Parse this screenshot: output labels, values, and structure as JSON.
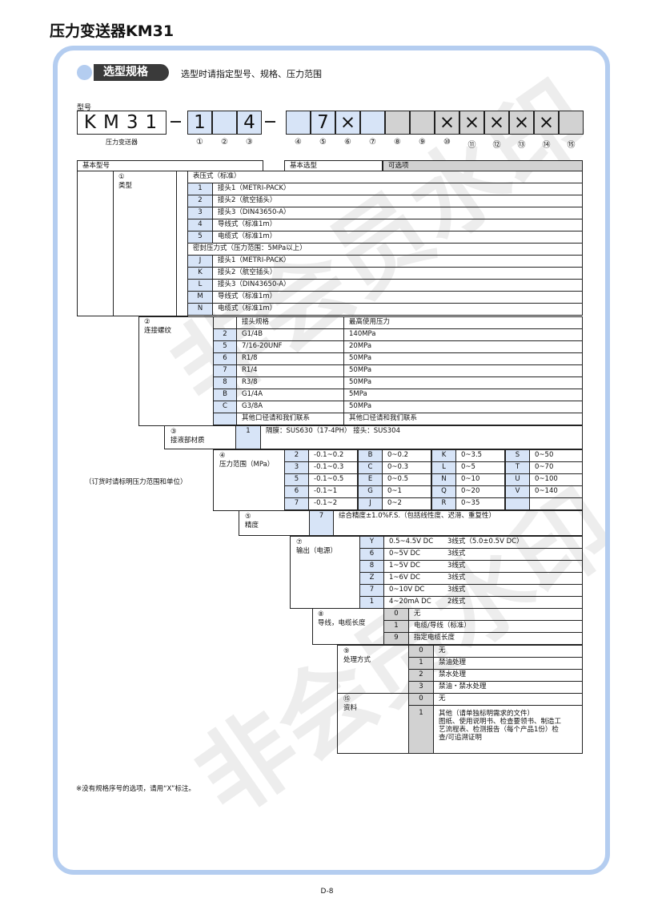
{
  "page_title": "压力变送器KM31",
  "section": {
    "badge": "选型规格",
    "description": "选型时请指定型号、规格、压力范围"
  },
  "model": {
    "label": "型号",
    "main": "KM31",
    "main_sub": "压力变送器",
    "segments": [
      {
        "num": "①",
        "value": "1",
        "style": "blue"
      },
      {
        "num": "②",
        "value": "",
        "style": "blue"
      },
      {
        "num": "③",
        "value": "4",
        "style": "blue"
      },
      {
        "num": "④",
        "value": "",
        "style": "blue"
      },
      {
        "num": "⑤",
        "value": "7",
        "style": "blue"
      },
      {
        "num": "⑥",
        "value": "×",
        "style": "blue"
      },
      {
        "num": "⑦",
        "value": "",
        "style": "blue"
      },
      {
        "num": "⑧",
        "value": "",
        "style": "gray"
      },
      {
        "num": "⑨",
        "value": "",
        "style": "gray"
      },
      {
        "num": "⑩",
        "value": "×",
        "style": "gray"
      },
      {
        "num": "⑪",
        "value": "×",
        "style": "gray"
      },
      {
        "num": "⑫",
        "value": "×",
        "style": "gray"
      },
      {
        "num": "⑬",
        "value": "×",
        "style": "gray"
      },
      {
        "num": "⑭",
        "value": "×",
        "style": "gray"
      },
      {
        "num": "⑮",
        "value": "",
        "style": "gray"
      }
    ]
  },
  "headers": {
    "basic_model": "基本型号",
    "basic_selection": "基本选型",
    "options": "可选项"
  },
  "g1": {
    "num": "①",
    "title": "类型",
    "sub1": "表压式（标准）",
    "rows1": [
      {
        "code": "1",
        "text": "接头1（METRI-PACK）"
      },
      {
        "code": "2",
        "text": "接头2（航空插头）"
      },
      {
        "code": "3",
        "text": "接头3（DIN43650-A）"
      },
      {
        "code": "4",
        "text": "导线式（标准1m）"
      },
      {
        "code": "5",
        "text": "电缆式（标准1m）"
      }
    ],
    "sub2": "密封压力式（压力范围：5MPa以上）",
    "rows2": [
      {
        "code": "J",
        "text": "接头1（METRI-PACK）"
      },
      {
        "code": "K",
        "text": "接头2（航空插头）"
      },
      {
        "code": "L",
        "text": "接头3（DIN43650-A）"
      },
      {
        "code": "M",
        "text": "导线式（标准1m）"
      },
      {
        "code": "N",
        "text": "电缆式（标准1m）"
      }
    ]
  },
  "g2": {
    "num": "②",
    "title": "连接螺纹",
    "col1": "接头规格",
    "col2": "最高使用压力",
    "rows": [
      {
        "code": "2",
        "spec": "G1/4B",
        "pressure": "140MPa"
      },
      {
        "code": "5",
        "spec": "7/16-20UNF",
        "pressure": "20MPa"
      },
      {
        "code": "6",
        "spec": "R1/8",
        "pressure": "50MPa"
      },
      {
        "code": "7",
        "spec": "R1/4",
        "pressure": "50MPa"
      },
      {
        "code": "8",
        "spec": "R3/8",
        "pressure": "50MPa"
      },
      {
        "code": "B",
        "spec": "G1/4A",
        "pressure": "5MPa"
      },
      {
        "code": "C",
        "spec": "G3/8A",
        "pressure": "50MPa"
      },
      {
        "code": "",
        "spec": "其他口径请和我们联系",
        "pressure": "其他口径请和我们联系"
      }
    ]
  },
  "g3": {
    "num": "③",
    "title": "接液部材质",
    "code": "1",
    "text": "隔膜：SUS630（17-4PH）  接头：SUS304"
  },
  "g4": {
    "num": "④",
    "title": "压力范围（MPa）",
    "side_note": "（订货时请标明压力范围和单位）",
    "columns": [
      [
        {
          "code": "2",
          "range": "-0.1~0.2"
        },
        {
          "code": "3",
          "range": "-0.1~0.3"
        },
        {
          "code": "5",
          "range": "-0.1~0.5"
        },
        {
          "code": "6",
          "range": "-0.1~1"
        },
        {
          "code": "7",
          "range": "-0.1~2"
        }
      ],
      [
        {
          "code": "B",
          "range": "0~0.2"
        },
        {
          "code": "C",
          "range": "0~0.3"
        },
        {
          "code": "E",
          "range": "0~0.5"
        },
        {
          "code": "G",
          "range": "0~1"
        },
        {
          "code": "J",
          "range": "0~2"
        }
      ],
      [
        {
          "code": "K",
          "range": "0~3.5"
        },
        {
          "code": "L",
          "range": "0~5"
        },
        {
          "code": "N",
          "range": "0~10"
        },
        {
          "code": "Q",
          "range": "0~20"
        },
        {
          "code": "R",
          "range": "0~35"
        }
      ],
      [
        {
          "code": "S",
          "range": "0~50"
        },
        {
          "code": "T",
          "range": "0~70"
        },
        {
          "code": "U",
          "range": "0~100"
        },
        {
          "code": "V",
          "range": "0~140"
        },
        {
          "code": "",
          "range": ""
        }
      ]
    ]
  },
  "g5": {
    "num": "⑤",
    "title": "精度",
    "code": "7",
    "text": "综合精度±1.0%F.S.（包括线性度、迟滞、重复性）"
  },
  "g7": {
    "num": "⑦",
    "title": "输出（电源）",
    "rows": [
      {
        "code": "Y",
        "signal": "0.5~4.5V DC",
        "wire": "3线式（5.0±0.5V DC）"
      },
      {
        "code": "6",
        "signal": "0~5V DC",
        "wire": "3线式"
      },
      {
        "code": "8",
        "signal": "1~5V DC",
        "wire": "3线式"
      },
      {
        "code": "Z",
        "signal": "1~6V DC",
        "wire": "3线式"
      },
      {
        "code": "7",
        "signal": "0~10V DC",
        "wire": "3线式"
      },
      {
        "code": "1",
        "signal": "4~20mA DC",
        "wire": "2线式"
      }
    ]
  },
  "g8": {
    "num": "⑧",
    "title": "导线，电缆长度",
    "rows": [
      {
        "code": "0",
        "text": "无"
      },
      {
        "code": "1",
        "text": "电缆/导线（标准）"
      },
      {
        "code": "9",
        "text": "指定电缆长度"
      }
    ]
  },
  "g9": {
    "num": "⑨",
    "title": "处理方式",
    "rows": [
      {
        "code": "0",
        "text": "无"
      },
      {
        "code": "1",
        "text": "禁油处理"
      },
      {
        "code": "2",
        "text": "禁水处理"
      },
      {
        "code": "3",
        "text": "禁油・禁水处理"
      }
    ]
  },
  "g15": {
    "num": "⑮",
    "title": "资料",
    "rows": [
      {
        "code": "0",
        "text": "无"
      },
      {
        "code": "1",
        "lines": [
          "其他（请单独标明需求的文件）",
          "图纸、使用说明书、检查要领书、制造工",
          "艺流程表、检测报告（每个产品1份）检",
          "查/可追溯证明"
        ]
      }
    ]
  },
  "footnote": "※没有规格序号的选项，请用“X”标注。",
  "page_number": "D-8",
  "watermark": "非会员水印",
  "colors": {
    "frame": "#b4cdf0",
    "code_blue": "#d7e4f7",
    "code_gray": "#d2d2d2",
    "badge_bg": "#3a3a3a"
  }
}
